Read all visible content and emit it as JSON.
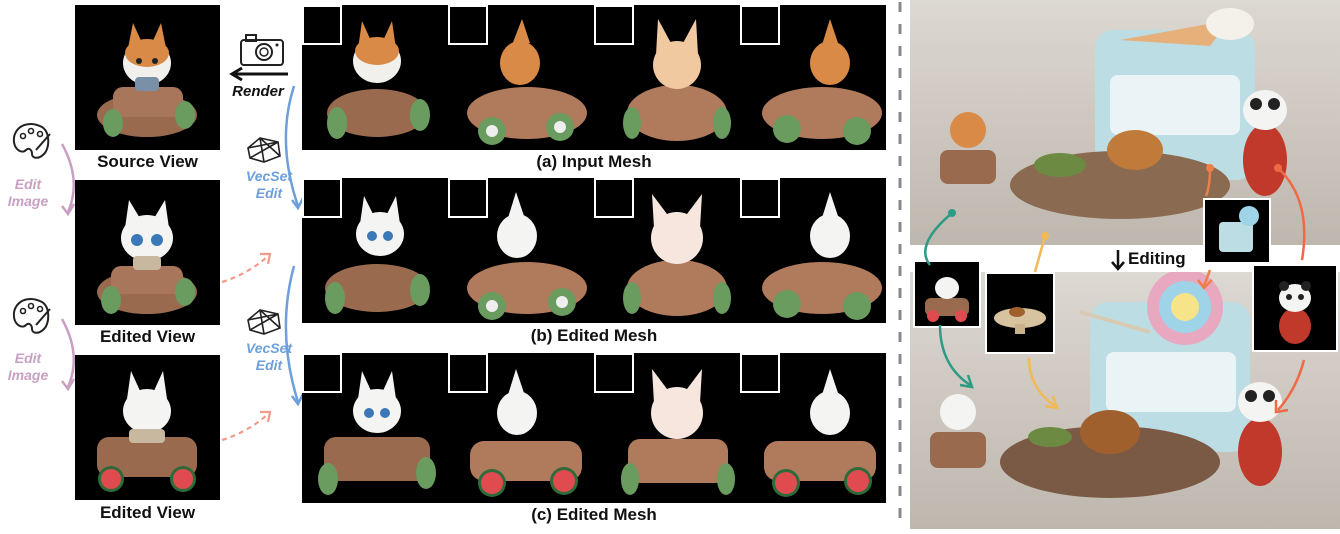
{
  "left": {
    "source_label": "Source View",
    "edited_label_1": "Edited View",
    "edited_label_2": "Edited View",
    "edit_image_1": [
      "Edit",
      "Image"
    ],
    "edit_image_2": [
      "Edit",
      "Image"
    ],
    "vecset_1": [
      "VecSet",
      "Edit"
    ],
    "vecset_2": [
      "VecSet",
      "Edit"
    ],
    "render_label": "Render"
  },
  "rows": {
    "a": "(a) Input Mesh",
    "b": "(b) Edited Mesh",
    "c": "(c) Edited Mesh"
  },
  "right": {
    "editing_label": "Editing"
  },
  "colors": {
    "edit_image": "#c9a0c3",
    "vecset": "#6e9fd9",
    "dashed_arrow": "#f29a8c",
    "teal": "#2e9b86",
    "yellow": "#f2b956",
    "orange": "#ee7f4a",
    "car_brown": "#9a6a4e",
    "wheel_green": "#6a9b5f",
    "wheel_red": "#e04b50"
  },
  "icons": [
    "palette-icon",
    "camera-icon",
    "mesh-icon",
    "arrow-left-icon",
    "arrow-down-icon"
  ]
}
